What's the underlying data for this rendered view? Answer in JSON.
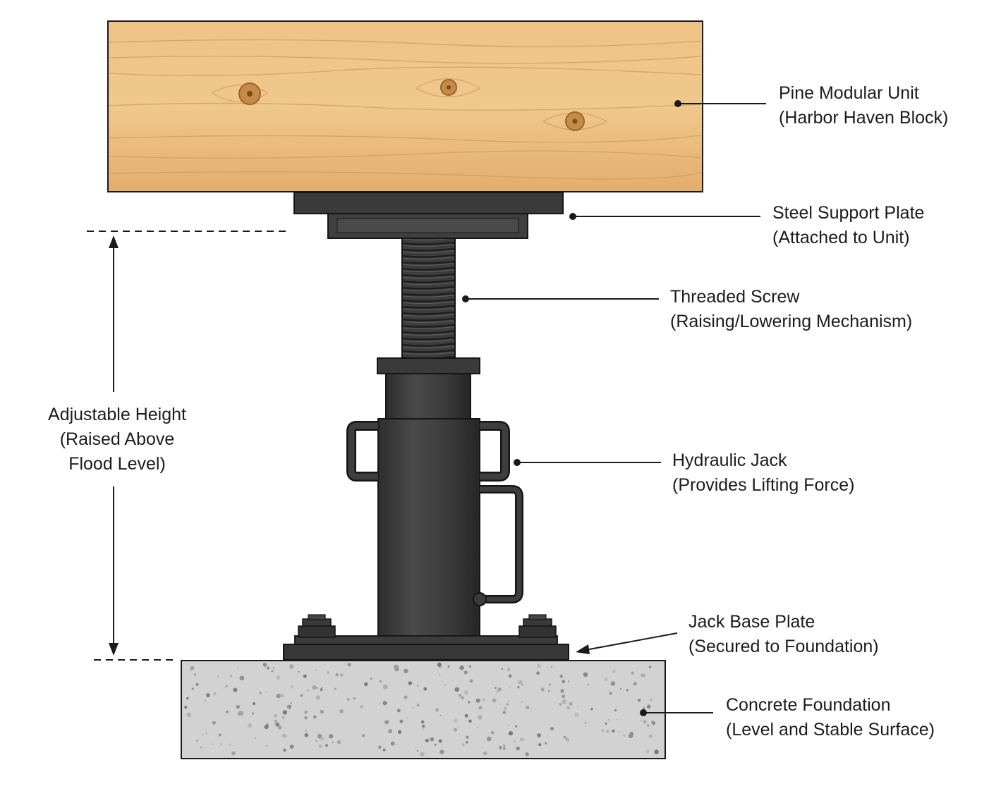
{
  "labels": {
    "pine_unit": {
      "line1": "Pine Modular Unit",
      "line2": "(Harbor Haven Block)"
    },
    "steel_plate": {
      "line1": "Steel Support Plate",
      "line2": "(Attached to Unit)"
    },
    "threaded_screw": {
      "line1": "Threaded Screw",
      "line2": "(Raising/Lowering Mechanism)"
    },
    "hydraulic_jack": {
      "line1": "Hydraulic Jack",
      "line2": "(Provides Lifting Force)"
    },
    "jack_base": {
      "line1": "Jack Base Plate",
      "line2": "(Secured to Foundation)"
    },
    "concrete": {
      "line1": "Concrete Foundation",
      "line2": "(Level and Stable Surface)"
    },
    "height": {
      "line1": "Adjustable Height",
      "line2": "(Raised Above",
      "line3": "Flood Level)"
    }
  },
  "colors": {
    "wood": "#eab979",
    "wood_grain": "#c98f4e",
    "steel": "#3b3b3b",
    "steel_dark": "#2a2a2a",
    "concrete": "#cfcfcf",
    "ink": "#1c1c1c"
  }
}
